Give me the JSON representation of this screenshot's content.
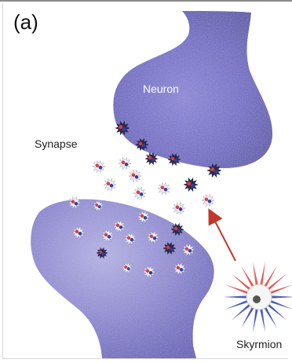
{
  "figure": {
    "panel_label": "(a)",
    "labels": {
      "neuron": "Neuron",
      "synapse": "Synapse",
      "skyrmion": "Skyrmion"
    }
  },
  "colors": {
    "membrane": "#6f69c9",
    "membrane_dark": "#4a43a6",
    "arrow": "#c0392b",
    "skyrmion_red": "#e23b3b",
    "skyrmion_blue": "#2f3fa8"
  }
}
